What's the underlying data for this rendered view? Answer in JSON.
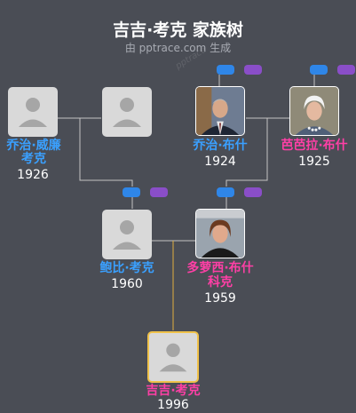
{
  "header": {
    "title": "吉吉·考克 家族树",
    "subtitle": "由 pptrace.com 生成",
    "watermark": "pptrace"
  },
  "colors": {
    "background": "#4a4d55",
    "male_name": "#3aa0ff",
    "female_name": "#ff3fa6",
    "focus_border": "#f0c24a",
    "line": "#c4c4c4",
    "child_line": "#e0b040",
    "tag_blue": "#2f86e8",
    "tag_purple": "#8a4ec8"
  },
  "people": {
    "george_cook": {
      "name_l1": "乔治·威廉",
      "name_l2": "考克",
      "year": "1926"
    },
    "unknown_spouse": {
      "name_l1": "",
      "year": ""
    },
    "george_bush": {
      "name_l1": "乔治·布什",
      "year": "1924"
    },
    "barbara_bush": {
      "name_l1": "芭芭拉·布什",
      "year": "1925"
    },
    "bobby_cook": {
      "name_l1": "鲍比·考克",
      "year": "1960"
    },
    "dorothy_bush": {
      "name_l1": "多萝西·布什",
      "name_l2": "科克",
      "year": "1959"
    },
    "gigi_cook": {
      "name_l1": "吉吉·考克",
      "year": "1996"
    }
  }
}
